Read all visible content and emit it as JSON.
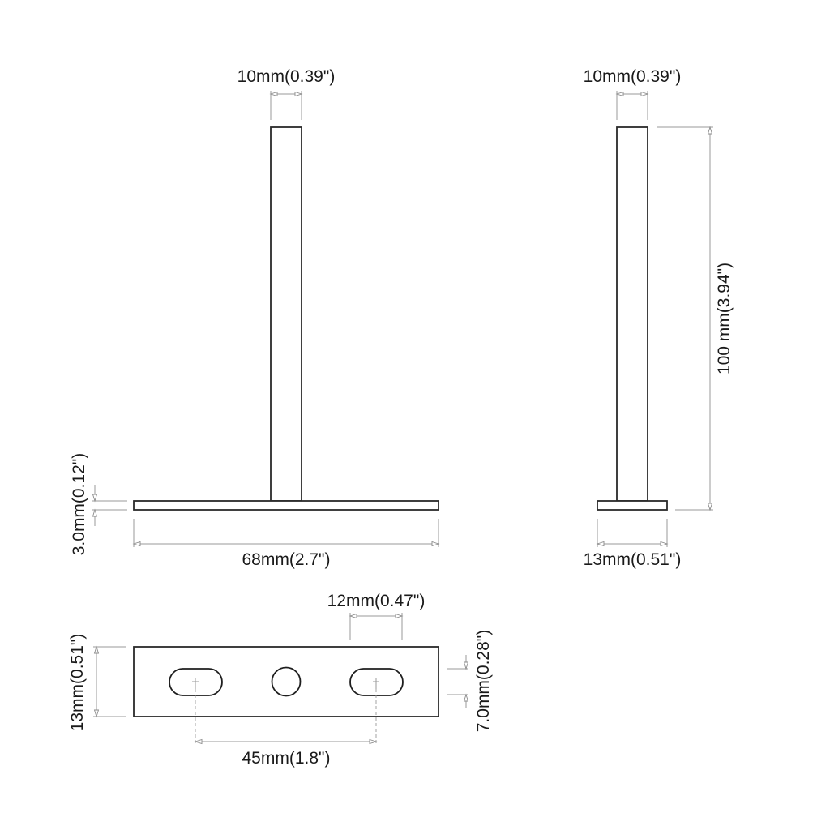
{
  "drawing": {
    "front_view": {
      "post_width_label": "10mm(0.39\")",
      "base_thickness_label": "3.0mm(0.12\")",
      "base_length_label": "68mm(2.7\")"
    },
    "side_view": {
      "post_width_label": "10mm(0.39\")",
      "height_label": "100 mm(3.94\")",
      "base_width_label": "13mm(0.51\")"
    },
    "bottom_view": {
      "slot_length_label": "12mm(0.47\")",
      "plate_width_label": "13mm(0.51\")",
      "slot_width_label": "7.0mm(0.28\")",
      "slot_spacing_label": "45mm(1.8\")"
    },
    "colors": {
      "outline": "#2a2a2a",
      "dimension_line": "#9a9a9a",
      "text": "#1a1a1a",
      "background": "#ffffff"
    }
  }
}
